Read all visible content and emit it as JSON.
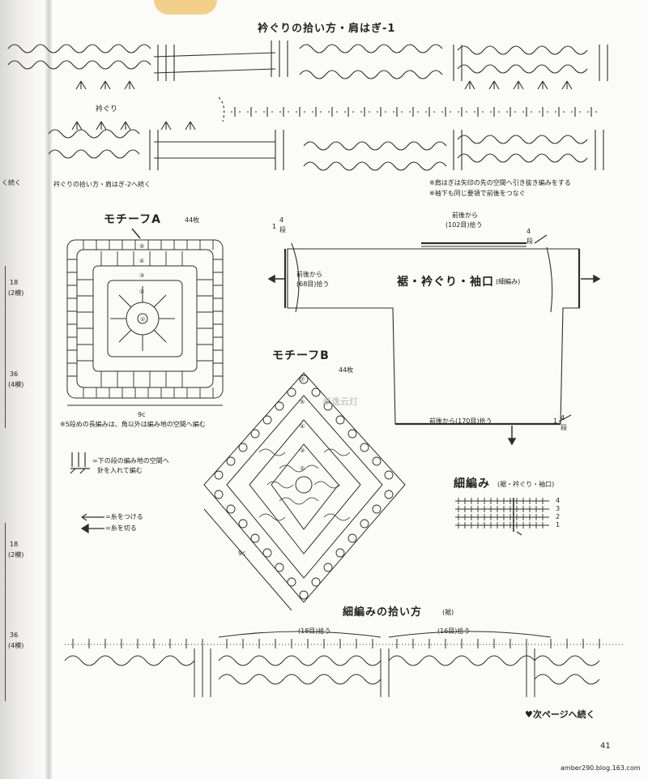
{
  "page": {
    "title_neck": "衿ぐりの拾い方・肩はぎ-1",
    "neck_label": "衿ぐり",
    "neck_continue": "衿ぐりの拾い方・肩はぎ-2へ続く",
    "shoulder_note_1": "※肩はぎは矢印の先の空間へ引き抜き編みをする",
    "shoulder_note_2": "※袖下も同じ要領で前後をつなぐ",
    "left_margin_1": "く続く",
    "left_margin_2": "18",
    "left_margin_3": "(2模)",
    "left_margin_4": "36",
    "left_margin_5": "(4模)",
    "left_margin_6": "18",
    "left_margin_7": "(2模)",
    "left_margin_8": "36",
    "left_margin_9": "(4模)",
    "motif_a_title": "モチーフA",
    "motif_a_count": "44枚",
    "motif_a_size": "9c",
    "motif_a_note": "※5段めの長編みは、角以外は編み地の空間へ編む",
    "motif_b_title": "モチーフB",
    "motif_b_count": "44枚",
    "motif_b_size": "9c",
    "legend_1a": "=下の段の編み地の空間へ",
    "legend_1b": "針を入れて編む",
    "legend_2": "=糸をつける",
    "legend_3": "=糸を切る",
    "diagram_title": "裾・衿ぐり・袖口",
    "diagram_title_sub": "(細編み)",
    "rows_4_a": "4",
    "rows_dan_a": "段",
    "rows_1_a": "1",
    "front_back_102_a": "前後から",
    "front_back_102_b": "(102目)拾う",
    "front_back_68_a": "前後から",
    "front_back_68_b": "(68目)拾う",
    "front_back_170": "前後から(170目)拾う",
    "sc_title": "細編み",
    "sc_title_sub": "(裾・衿ぐり・袖口)",
    "sc_rows": [
      "4",
      "3",
      "2",
      "1"
    ],
    "pickup_title": "細編みの拾い方",
    "pickup_title_sub": "(裾)",
    "pickup_18": "(18目)拾う",
    "pickup_16": "(16目)拾う",
    "continue_next": "♥次ページへ続く",
    "page_number": "41",
    "watermark": "amber290.blog.163.com",
    "watermark_center": "孝逸云灯"
  },
  "colors": {
    "ink": "#2a2a2a",
    "paper": "#fbfbfa",
    "tab": "#f3d08a"
  }
}
